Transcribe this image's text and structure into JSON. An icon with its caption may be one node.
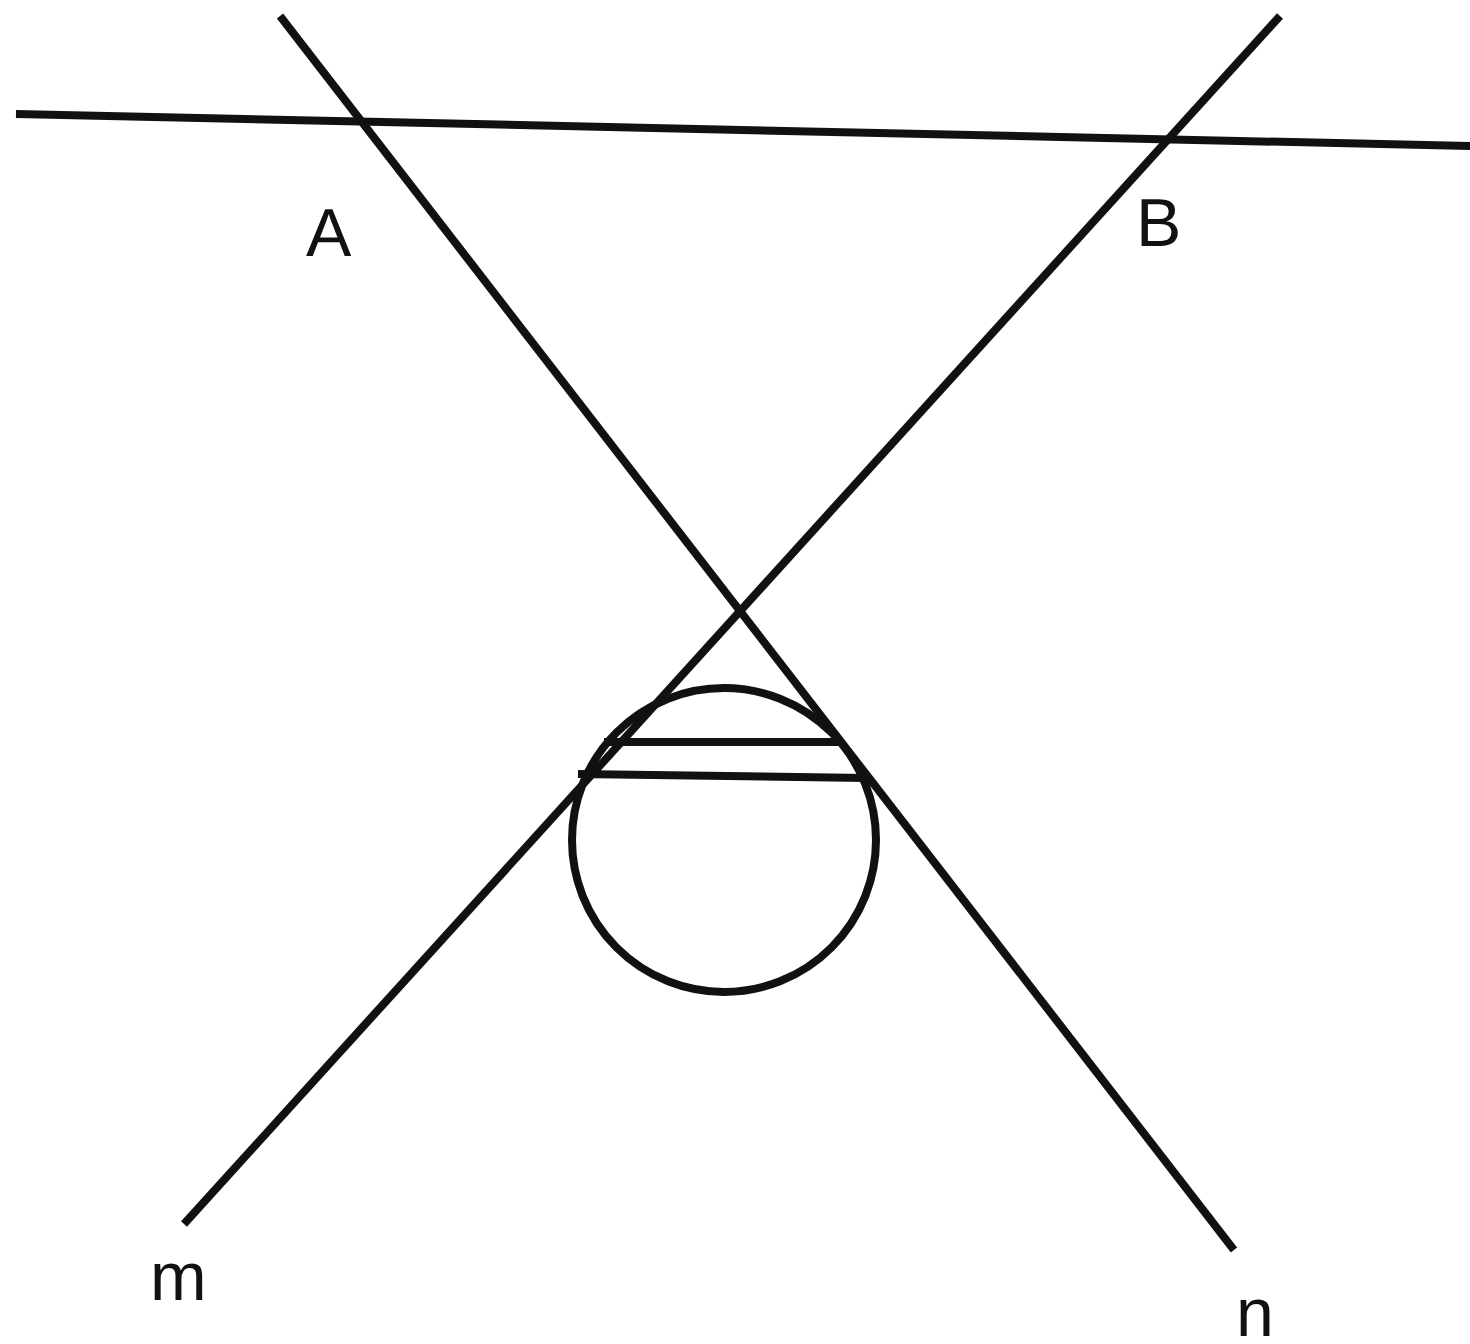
{
  "diagram": {
    "labels": [
      "A",
      "B",
      "m",
      "n"
    ]
  }
}
